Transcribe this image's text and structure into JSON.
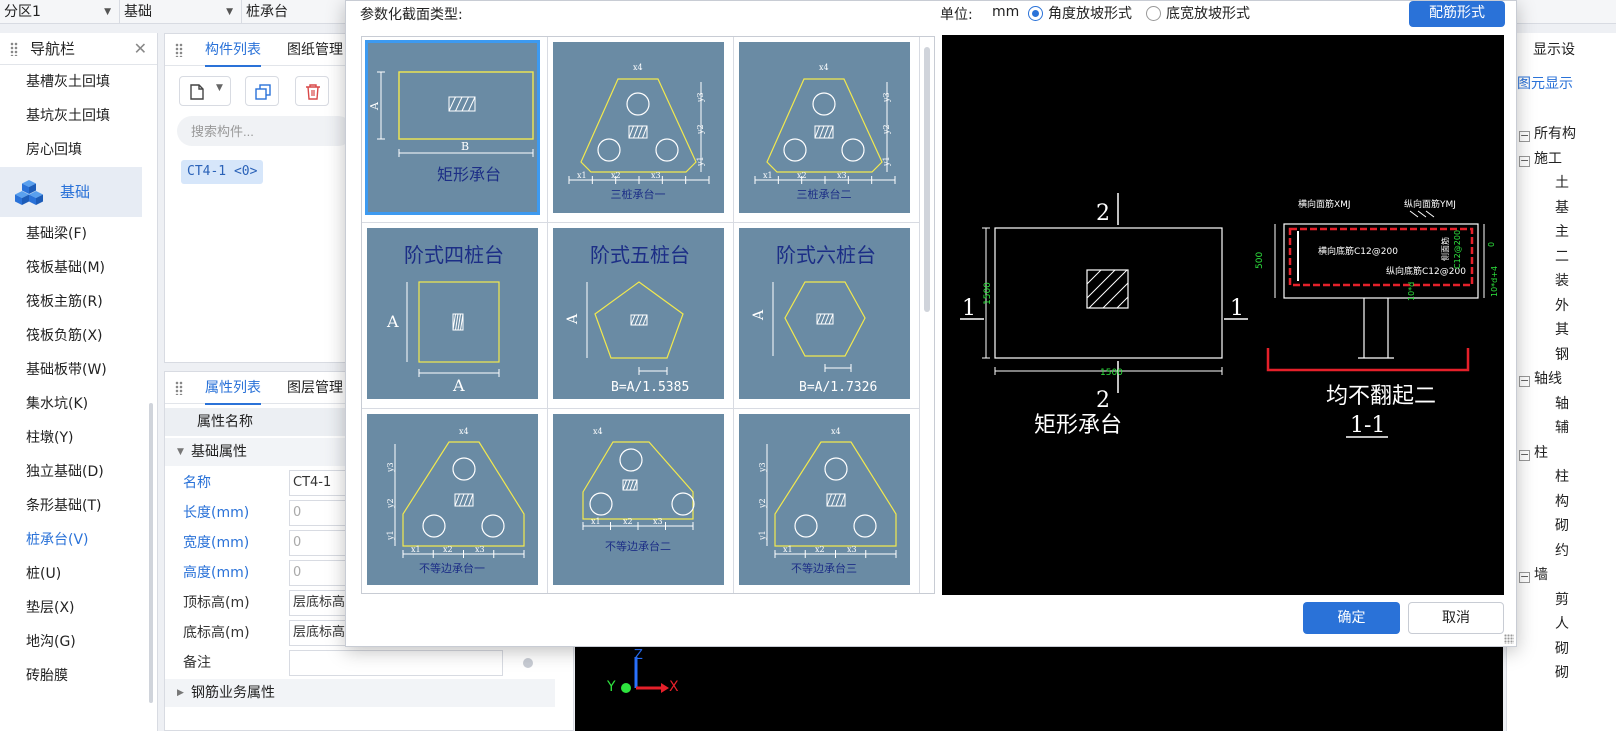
{
  "top_bar": {
    "region": "分区1",
    "category": "基础",
    "item": "桩承台"
  },
  "nav": {
    "title": "导航栏",
    "items_top": [
      "基槽灰土回填",
      "基坑灰土回填",
      "房心回填"
    ],
    "group": "基础",
    "items": [
      "基础梁(F)",
      "筏板基础(M)",
      "筏板主筋(R)",
      "筏板负筋(X)",
      "基础板带(W)",
      "集水坑(K)",
      "柱墩(Y)",
      "独立基础(D)",
      "条形基础(T)",
      "桩承台(V)",
      "桩(U)",
      "垫层(X)",
      "地沟(G)",
      "砖胎膜"
    ],
    "active_item": "桩承台(V)"
  },
  "component_panel": {
    "tab_list": "构件列表",
    "tab_drawing": "图纸管理",
    "search_placeholder": "搜索构件...",
    "component": "CT4-1 <0>"
  },
  "property_panel": {
    "tab_props": "属性列表",
    "tab_layers": "图层管理",
    "col_name": "属性名称",
    "group_base": "基础属性",
    "rows": [
      {
        "name": "名称",
        "value": "CT4-1"
      },
      {
        "name": "长度(mm)",
        "value": "0"
      },
      {
        "name": "宽度(mm)",
        "value": "0"
      },
      {
        "name": "高度(mm)",
        "value": "0"
      },
      {
        "name": "顶标高(m)",
        "value": "层底标高"
      },
      {
        "name": "底标高(m)",
        "value": "层底标高"
      },
      {
        "name": "备注",
        "value": ""
      }
    ],
    "group_rebar": "钢筋业务属性"
  },
  "dialog": {
    "type_label": "参数化截面类型:",
    "unit_label": "单位:",
    "unit_value": "mm",
    "radio_angle": "角度放坡形式",
    "radio_width": "底宽放坡形式",
    "rebar_button": "配筋形式",
    "ok_button": "确定",
    "cancel_button": "取消",
    "thumbnails": [
      {
        "caption": "矩形承台",
        "selected": true
      },
      {
        "caption": "三桩承台一"
      },
      {
        "caption": "三桩承台二"
      },
      {
        "caption": "阶式四桩台",
        "formula": "A"
      },
      {
        "caption": "阶式五桩台",
        "formula": "B=A/1.5385"
      },
      {
        "caption": "阶式六桩台",
        "formula": "B=A/1.7326"
      },
      {
        "caption": "不等边承台一"
      },
      {
        "caption": "不等边承台二"
      },
      {
        "caption": "不等边承台三"
      }
    ],
    "thumb_labels": {
      "a": "A",
      "b": "B",
      "x1": "x1",
      "x2": "x2",
      "x3": "x3",
      "x4": "x4",
      "y1": "y1",
      "y2": "y2",
      "y3": "y3"
    },
    "preview": {
      "section_num_top": "2",
      "section_num_bottom": "2",
      "side_left": "1",
      "side_right": "1",
      "dim_height": "1500",
      "dim_width": "1500",
      "caption": "矩形承台",
      "label_h_top": "横向面筋XMJ",
      "label_v_top": "纵向面筋YMJ",
      "label_h_bottom": "横向底筋C12@200",
      "label_v_bottom": "纵向底筋C12@200",
      "label_side": "侧面筋",
      "label_side_value": "C12@200",
      "dim_depth": "500",
      "dim_zero": "0",
      "dim_extra": "10*d+4",
      "dim_ten": "10*d",
      "section_note": "均不翻起二",
      "section_name": "1-1"
    }
  },
  "right_panel": {
    "title": "显示设",
    "sub": "图元显示",
    "tree": [
      {
        "label": "所有构",
        "level": 0
      },
      {
        "label": "施工",
        "level": 0
      },
      {
        "label": "土",
        "level": 1
      },
      {
        "label": "基",
        "level": 1
      },
      {
        "label": "主",
        "level": 1
      },
      {
        "label": "二",
        "level": 1
      },
      {
        "label": "装",
        "level": 1
      },
      {
        "label": "外",
        "level": 1
      },
      {
        "label": "其",
        "level": 1
      },
      {
        "label": "钢",
        "level": 1
      },
      {
        "label": "轴线",
        "level": 0
      },
      {
        "label": "轴",
        "level": 1
      },
      {
        "label": "辅",
        "level": 1
      },
      {
        "label": "柱",
        "level": 0
      },
      {
        "label": "柱",
        "level": 1
      },
      {
        "label": "构",
        "level": 1
      },
      {
        "label": "砌",
        "level": 1
      },
      {
        "label": "约",
        "level": 1
      },
      {
        "label": "墙",
        "level": 0
      },
      {
        "label": "剪",
        "level": 1
      },
      {
        "label": "人",
        "level": 1
      },
      {
        "label": "砌",
        "level": 1
      },
      {
        "label": "砌",
        "level": 1
      }
    ]
  },
  "viewport": {
    "axis_z": "Z",
    "axis_y": "Y",
    "axis_x": "X"
  },
  "colors": {
    "accent": "#2a72d8",
    "thumb_bg": "#6a8ba4",
    "thumb_line": "#f2e94e",
    "preview_bg": "#000000",
    "rebar_red": "#e5202a",
    "dim_green": "#2ee43e"
  }
}
